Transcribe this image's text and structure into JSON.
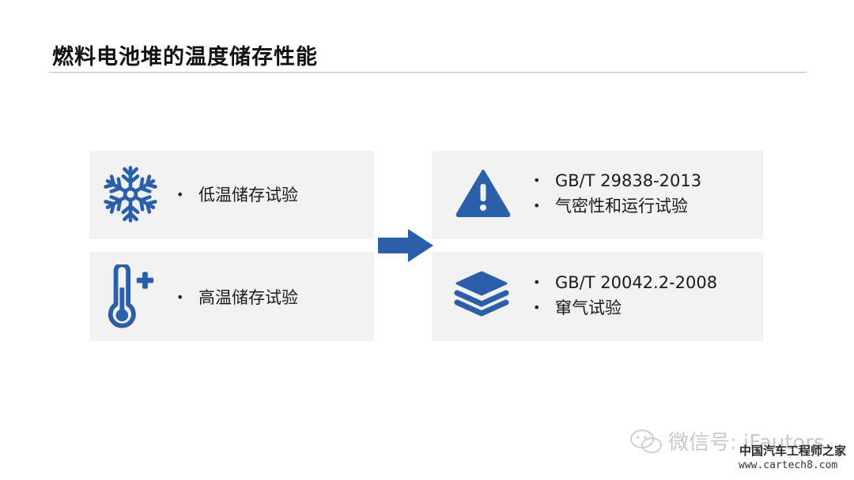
{
  "title": "燃料电池堆的温度储存性能",
  "cards": {
    "low_temp": {
      "icon": "snowflake-icon",
      "items": [
        "低温储存试验"
      ]
    },
    "high_temp": {
      "icon": "thermometer-plus-icon",
      "items": [
        "高温储存试验"
      ]
    },
    "gas_tight": {
      "icon": "warning-icon",
      "items": [
        "GB/T 29838-2013",
        "气密性和运行试验"
      ]
    },
    "leak": {
      "icon": "layers-icon",
      "items": [
        "GB/T 20042.2-2008",
        "窜气试验"
      ]
    }
  },
  "arrow": {
    "icon": "arrow-right-icon"
  },
  "watermark": {
    "wechat": "微信号: iFautors",
    "site_cn": "中国汽车工程师之家",
    "site_url": "www.cartech8.com"
  },
  "colors": {
    "accent": "#2b5faa",
    "card_bg": "#f2f2f2",
    "title": "#111111"
  }
}
